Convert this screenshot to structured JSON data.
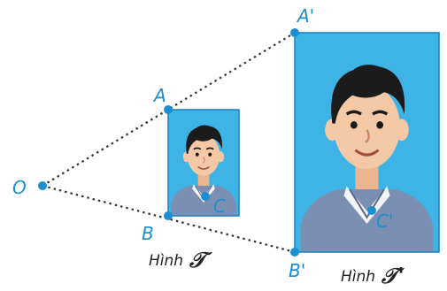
{
  "colors": {
    "frame_fill": "#3db3e6",
    "frame_stroke": "#1c7fbf",
    "point": "#1a8fd1",
    "label": "#1a8fd1",
    "line": "#333333",
    "caption": "#222222",
    "hair": "#1b1b1b",
    "skin": "#f5c9a5",
    "sweater": "#7b8fb2",
    "shirt": "#f2f4f8"
  },
  "points": {
    "O": "O",
    "A": "A",
    "B": "B",
    "C": "C",
    "A_prime": "A'",
    "B_prime": "B'",
    "C_prime": "C'"
  },
  "captions": {
    "small": {
      "word": "Hình",
      "symbol": "𝒯"
    },
    "large": {
      "word": "Hình",
      "symbol": "𝒯'"
    }
  },
  "icons": {
    "small_portrait": "boy-portrait-icon",
    "large_portrait": "boy-portrait-icon"
  }
}
